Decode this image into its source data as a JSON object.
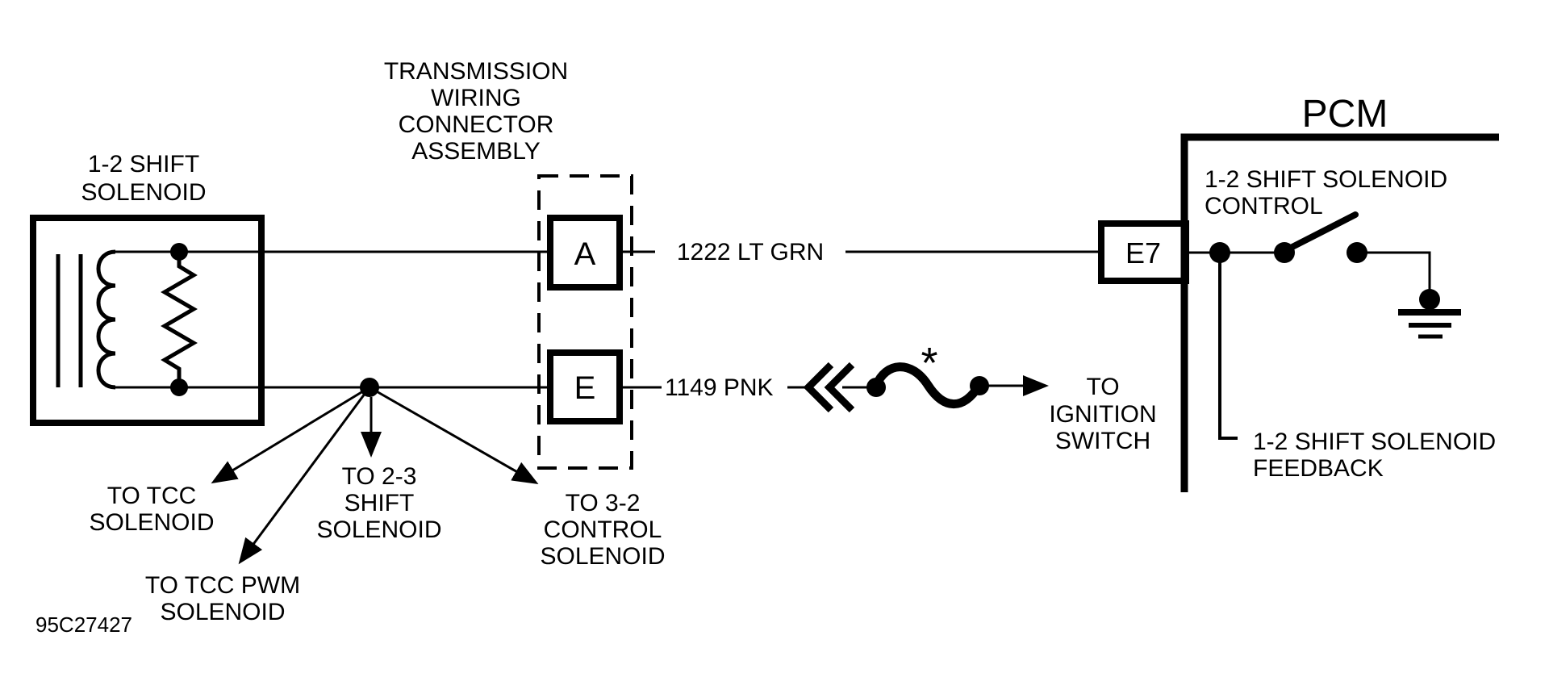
{
  "diagram": {
    "solenoid": {
      "label_line1": "1-2 SHIFT",
      "label_line2": "SOLENOID"
    },
    "connector": {
      "label_line1": "TRANSMISSION",
      "label_line2": "WIRING",
      "label_line3": "CONNECTOR",
      "label_line4": "ASSEMBLY",
      "terminal_a": "A",
      "terminal_e": "E"
    },
    "wires": {
      "top_circuit": "1222 LT GRN",
      "bottom_circuit": "1149 PNK",
      "splice_note": "*"
    },
    "pcm": {
      "title": "PCM",
      "pin": "E7",
      "control_line1": "1-2 SHIFT SOLENOID",
      "control_line2": "CONTROL",
      "feedback_line1": "1-2 SHIFT SOLENOID",
      "feedback_line2": "FEEDBACK"
    },
    "ignition": {
      "line1": "TO",
      "line2": "IGNITION",
      "line3": "SWITCH"
    },
    "branches": {
      "tcc": {
        "line1": "TO TCC",
        "line2": "SOLENOID"
      },
      "shift23": {
        "line1": "TO 2-3",
        "line2": "SHIFT",
        "line3": "SOLENOID"
      },
      "tcc_pwm": {
        "line1": "TO TCC PWM",
        "line2": "SOLENOID"
      },
      "control32": {
        "line1": "TO 3-2",
        "line2": "CONTROL",
        "line3": "SOLENOID"
      }
    },
    "figure_number": "95C27427"
  },
  "colors": {
    "ink": "#000000",
    "background": "#ffffff"
  }
}
